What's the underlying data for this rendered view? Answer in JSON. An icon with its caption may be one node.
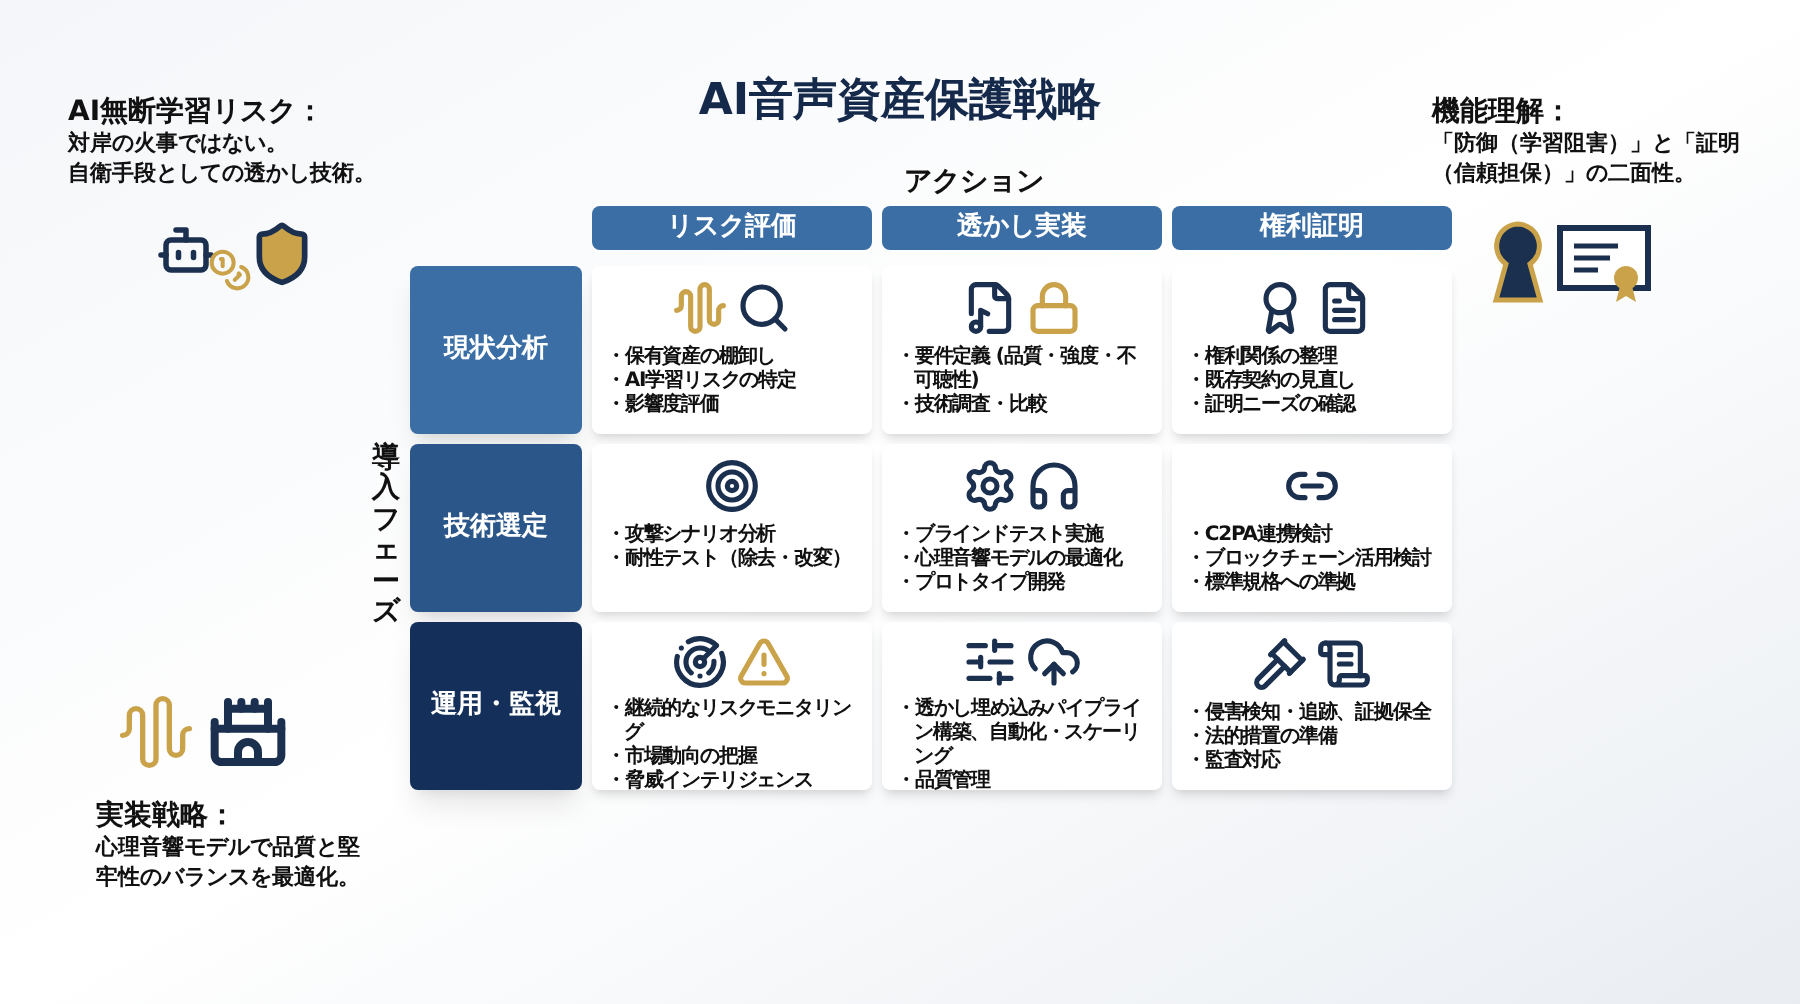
{
  "diagram": {
    "title": "AI音声資産保護戦略",
    "nodes": [
      {
        "text": [
          "リスク評価"
        ]
      },
      {
        "text": [
          "透かし実装"
        ]
      },
      {
        "text": [
          "権利証明"
        ]
      },
      {
        "text": [
          "現状分析"
        ]
      },
      {
        "text": [
          "・保有資産の棚卸し",
          "・AI学習リスクの特定",
          "・影響度評価"
        ]
      },
      {
        "text": [
          "・要件定義 (品質・強度・不可聴性)",
          "・技術調査・比較"
        ]
      },
      {
        "text": [
          "・権利関係の整理",
          "・既存契約の見直し",
          "・証明ニーズの確認"
        ]
      },
      {
        "text": [
          "技術選定"
        ]
      },
      {
        "text": [
          "・攻撃シナリオ分析",
          "・耐性テスト（除去・改変）"
        ]
      },
      {
        "text": [
          "・ブラインドテスト実施",
          "・心理音響モデルの最適化",
          "・プロトタイプ開発"
        ]
      },
      {
        "text": [
          "・C2PA連携検討",
          "・ブロックチェーン活用検討",
          "・標準規格への準拠"
        ]
      },
      {
        "text": [
          "運用・監視"
        ]
      },
      {
        "text": [
          "・継続的なリスクモニタリング",
          "・市場動向の把握",
          "・脅威インテリジェンス"
        ]
      },
      {
        "text": [
          "・透かし埋め込みパイプライン構築、自動化・スケーリング",
          "・品質管理"
        ]
      },
      {
        "text": [
          "・侵害検知・追跡、証拠保全",
          "・法的措置の準備",
          "・監査対応"
        ]
      }
    ],
    "labels": [
      "AI無断学習リスク：",
      "対岸の火事ではない。自衛手段としての透かし技術。",
      "機能理解：",
      "「防御（学習阻害）」と「証明（信頼担保）」の二面性。",
      "アクション",
      "導入フェーズ",
      "実装戦略：",
      "心理音響モデルで品質と堅牢性のバランスを最適化。"
    ]
  }
}
